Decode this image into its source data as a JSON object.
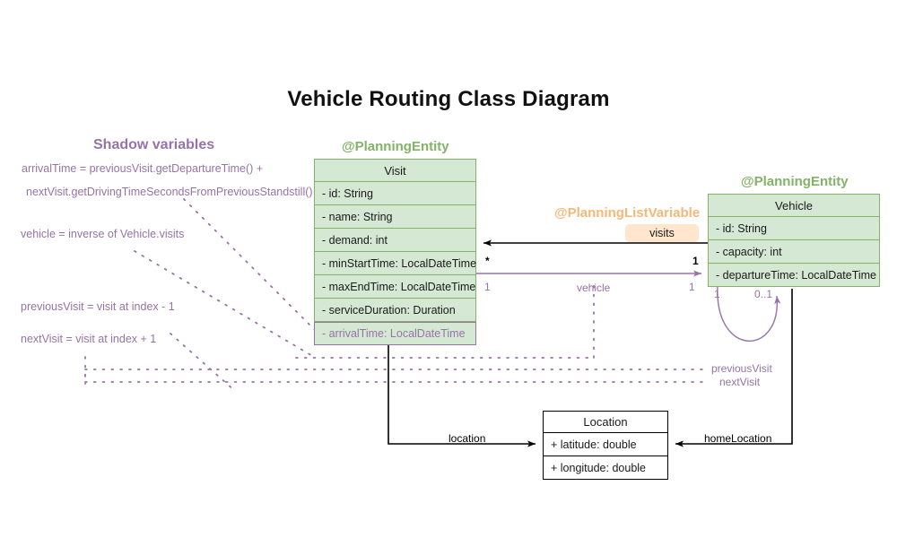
{
  "title": "Vehicle Routing Class Diagram",
  "shadow_panel": {
    "heading": "Shadow variables",
    "notes": [
      "arrivalTime = previousVisit.getDepartureTime() +",
      "nextVisit.getDrivingTimeSecondsFromPreviousStandstill()",
      "vehicle = inverse of Vehicle.visits",
      "previousVisit = visit at index - 1",
      "nextVisit = visit at index + 1"
    ]
  },
  "classes": {
    "visit": {
      "stereotype": "@PlanningEntity",
      "name": "Visit",
      "attributes": [
        "- id: String",
        "- name: String",
        "- demand: int",
        "- minStartTime: LocalDateTime",
        "- maxEndTime: LocalDateTime",
        "- serviceDuration: Duration"
      ],
      "shadow_attributes": [
        "- arrivalTime: LocalDateTime"
      ]
    },
    "vehicle": {
      "stereotype": "@PlanningEntity",
      "name": "Vehicle",
      "attributes": [
        "- id: String",
        "- capacity: int",
        "- departureTime: LocalDateTime"
      ]
    },
    "location": {
      "name": "Location",
      "attributes": [
        "+ latitude: double",
        "+ longitude: double"
      ]
    }
  },
  "relations": {
    "list_variable_stereotype": "@PlanningListVariable",
    "visits_badge": "visits",
    "visits_source_mult": "*",
    "visits_target_mult": "1",
    "vehicle_label": "vehicle",
    "vehicle_source_mult": "1",
    "vehicle_target_mult": "1",
    "self_loop_mult_left": "1",
    "self_loop_mult_right": "0..1",
    "previous_visit_label": "previousVisit",
    "next_visit_label": "nextVisit",
    "location_label": "location",
    "home_location_label": "homeLocation"
  },
  "colors": {
    "entity_fill": "#d5e8d4",
    "entity_border": "#82b366",
    "shadow_purple": "#9673a6",
    "badge_fill": "#ffe6cc",
    "stereotype_orange": "#f5b878",
    "line_black": "#000000"
  }
}
